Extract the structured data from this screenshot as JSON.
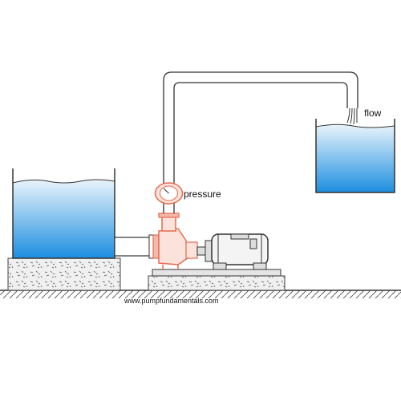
{
  "labels": {
    "pressure": "pressure",
    "flow": "flow",
    "website": "www.pumpfundamentals.com"
  },
  "colors": {
    "water_top": "#e9f4fb",
    "water_bottom": "#1d8ee0",
    "pump_casing": "#e56b4f",
    "outline": "#333333",
    "gravel": "#f0f0f0"
  },
  "icons": {
    "pressure_gauge": "pressure-gauge-icon",
    "pump": "centrifugal-pump-icon",
    "motor": "electric-motor-icon"
  }
}
